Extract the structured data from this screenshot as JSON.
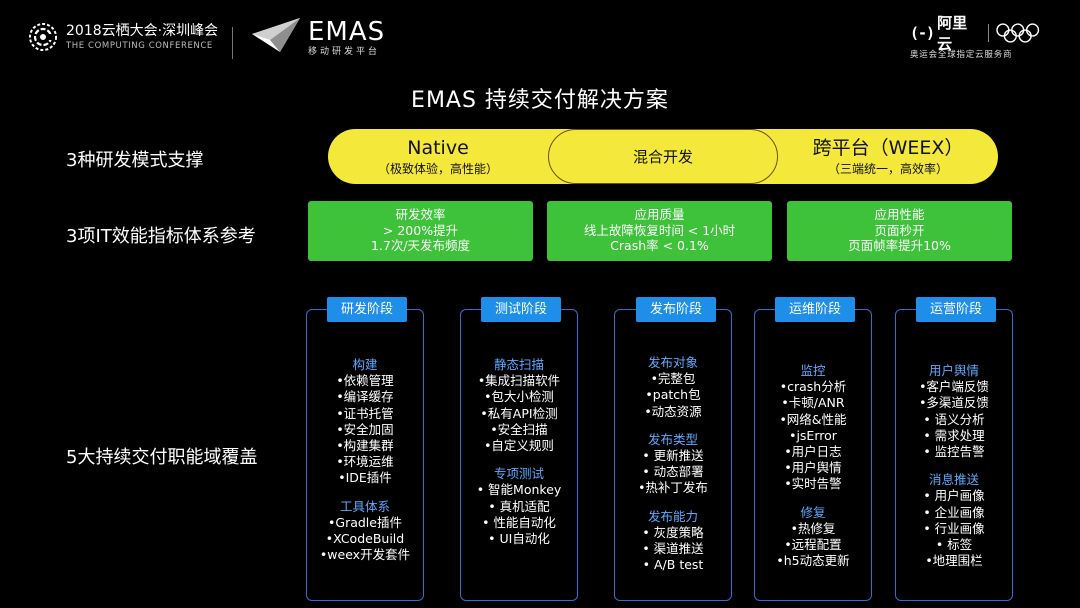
{
  "header": {
    "conference_title": "2018云栖大会·深圳峰会",
    "conference_subtitle": "THE COMPUTING CONFERENCE",
    "product_name": "EMAS",
    "product_subtitle": "移动研发平台",
    "brand_mark": "(-)",
    "brand_name": "阿里云",
    "brand_slogan": "奥运会全球指定云服务商"
  },
  "title": "EMAS 持续交付解决方案",
  "rows": {
    "modes_label": "3种研发模式支撑",
    "metrics_label": "3项IT效能指标体系参考",
    "domains_label": "5大持续交付职能域覆盖"
  },
  "modes": {
    "native_title": "Native",
    "native_sub": "（极致体验，高性能）",
    "mixed_title": "混合开发",
    "weex_title": "跨平台（WEEX）",
    "weex_sub": "（三端统一，高效率）"
  },
  "metrics": [
    {
      "lines": [
        "研发效率",
        "> 200%提升",
        "1.7次/天发布频度"
      ]
    },
    {
      "lines": [
        "应用质量",
        "线上故障恢复时间 < 1小时",
        "Crash率 < 0.1%"
      ]
    },
    {
      "lines": [
        "应用性能",
        "页面秒开",
        "页面帧率提升10%"
      ]
    }
  ],
  "stages": [
    {
      "tag": "研发阶段",
      "sections": [
        {
          "head": "构建",
          "items": [
            "•依赖管理",
            "•编译缓存",
            "•证书托管",
            "•安全加固",
            "•构建集群",
            "•环境运维",
            "•IDE插件"
          ]
        },
        {
          "head": "工具体系",
          "items": [
            "•Gradle插件",
            "•XCodeBuild",
            "•weex开发套件"
          ]
        }
      ]
    },
    {
      "tag": "测试阶段",
      "sections": [
        {
          "head": "静态扫描",
          "items": [
            "•集成扫描软件",
            "•包大小检测",
            "•私有API检测",
            "•安全扫描",
            "•自定义规则"
          ]
        },
        {
          "head": "专项测试",
          "items": [
            "• 智能Monkey",
            "• 真机适配",
            "• 性能自动化",
            "• UI自动化"
          ]
        }
      ]
    },
    {
      "tag": "发布阶段",
      "sections": [
        {
          "head": "发布对象",
          "items": [
            "•完整包",
            "•patch包",
            "•动态资源"
          ]
        },
        {
          "head": "发布类型",
          "items": [
            "• 更新推送",
            "• 动态部署",
            "•热补丁发布"
          ]
        },
        {
          "head": "发布能力",
          "items": [
            "• 灰度策略",
            "• 渠道推送",
            "• A/B test"
          ]
        }
      ]
    },
    {
      "tag": "运维阶段",
      "sections": [
        {
          "head": "监控",
          "items": [
            "•crash分析",
            "•卡顿/ANR",
            "•网络&性能",
            "•jsError",
            "•用户日志",
            "•用户舆情",
            "•实时告警"
          ]
        },
        {
          "head": "修复",
          "items": [
            "•热修复",
            "•远程配置",
            "•h5动态更新"
          ]
        }
      ]
    },
    {
      "tag": "运营阶段",
      "sections": [
        {
          "head": "用户舆情",
          "items": [
            "•客户端反馈",
            "•多渠道反馈",
            "• 语义分析",
            "• 需求处理",
            "• 监控告警"
          ]
        },
        {
          "head": "消息推送",
          "items": [
            "• 用户画像",
            "• 企业画像",
            "• 行业画像",
            "• 标签",
            "•地理围栏"
          ]
        }
      ]
    }
  ]
}
